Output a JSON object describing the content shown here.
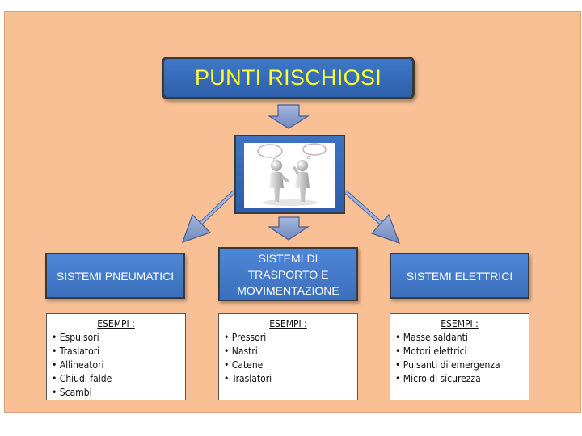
{
  "title": "PUNTI RISCHIOSI",
  "categories": [
    {
      "label": "SISTEMI PNEUMATICI",
      "examples_heading": "ESEMPI :",
      "examples": [
        "Espulsori",
        "Traslatori",
        "Allineatori",
        "Chiudi falde",
        "Scambi"
      ]
    },
    {
      "label": "SISTEMI DI TRASPORTO E MOVIMENTAZIONE",
      "examples_heading": "ESEMPI :",
      "examples": [
        "Pressori",
        "Nastri",
        "Catene",
        "Traslatori"
      ]
    },
    {
      "label": "SISTEMI ELETTRICI",
      "examples_heading": "ESEMPI :",
      "examples": [
        "Masse saldanti",
        "Motori elettrici",
        "Pulsanti di emergenza",
        "Micro di sicurezza"
      ]
    }
  ],
  "colors": {
    "background": "#f9c095",
    "box_blue": "#3c70bd",
    "arrow": "#8ea4d0",
    "title_text": "#ffff33"
  },
  "icons": [
    "discussion-figures-illustration",
    "down-arrow-icon",
    "diagonal-arrow-icon"
  ]
}
